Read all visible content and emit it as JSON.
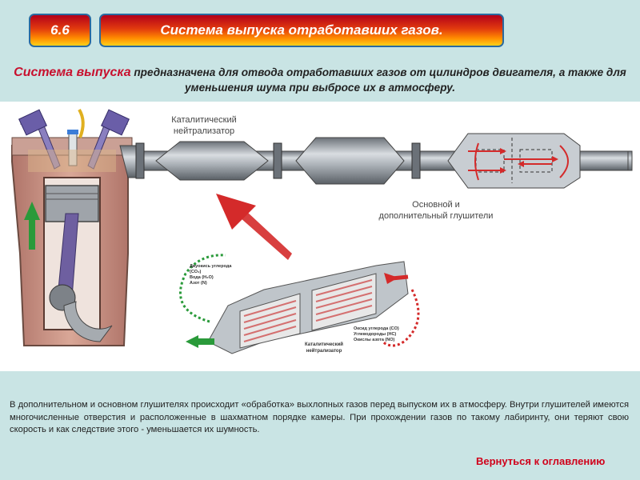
{
  "header": {
    "badge": "6.6",
    "title": "Система выпуска отработавших газов."
  },
  "intro": {
    "highlight": "Система выпуска",
    "text": " предназначена для отвода отработавших газов от цилиндров двигателя, а также для уменьшения шума при выбросе их в атмосферу."
  },
  "diagram": {
    "catalyst_label_line1": "Каталитический",
    "catalyst_label_line2": "нейтрализатор",
    "muffler_label_line1": "Основной и",
    "muffler_label_line2": "дополнительный глушители",
    "inset": {
      "out_gases": [
        "Двуокись углерода",
        "(CO₂)",
        "Вода (H₂O)",
        "Азот (N)"
      ],
      "in_gases": [
        "Оксид углерода (CO)",
        "Углеводороды (HC)",
        "Окислы азота (NO)"
      ],
      "caption_line1": "Каталитический",
      "caption_line2": "нейтрализатор"
    },
    "colors": {
      "red_arrow": "#d42a2a",
      "green_arrow": "#2a9a3a",
      "engine_block": "#c98f7c",
      "pipe": "#9aa0a6"
    }
  },
  "description": "В дополнительном и основном глушителях происходит «обработка» выхлопных газов перед выпуском их в атмосферу. Внутри глушителей имеются многочисленные отверстия и расположенные в шахматном порядке камеры. При прохождении газов по такому лабиринту, они теряют свою скорость и как следствие этого - уменьшается их шумность.",
  "footer": {
    "back_link": "Вернуться к оглавлению"
  }
}
